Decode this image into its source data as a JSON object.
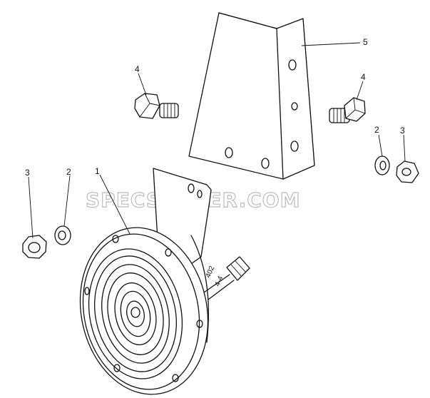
{
  "watermark": "SPECSERVER.COM",
  "callouts": {
    "horn": "1",
    "washer_left": "2",
    "washer_right": "2",
    "nut_left": "3",
    "nut_right": "3",
    "bolt_left": "4",
    "bolt_right": "4",
    "bracket": "5"
  },
  "wire_labels": {
    "upper": "402",
    "lower": "4-4"
  }
}
